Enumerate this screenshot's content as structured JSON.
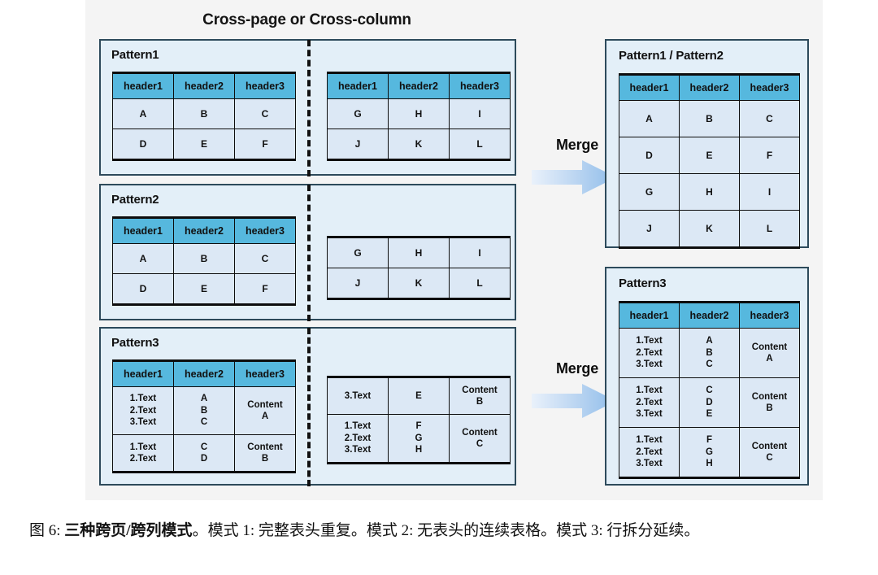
{
  "figure": {
    "title": "Cross-page or Cross-column",
    "caption_prefix": "图 6: ",
    "caption_bold": "三种跨页/跨列模式",
    "caption_rest": "。模式 1: 完整表头重复。模式 2: 无表头的连续表格。模式 3: 行拆分延续。"
  },
  "colors": {
    "header_blue": "#56b8de",
    "cell_blue": "#dce8f5",
    "panel_fill": "#e3eff8",
    "panel_border": "#2d4a5b",
    "canvas_bg": "#f4f4f4",
    "arrow_light": "#dce9f8",
    "arrow_dark": "#8fbdea"
  },
  "left": {
    "pattern1": {
      "label": "Pattern1",
      "before": {
        "headers": [
          "header1",
          "header2",
          "header3"
        ],
        "rows": [
          [
            "A",
            "B",
            "C"
          ],
          [
            "D",
            "E",
            "F"
          ]
        ]
      },
      "after": {
        "headers": [
          "header1",
          "header2",
          "header3"
        ],
        "rows": [
          [
            "G",
            "H",
            "I"
          ],
          [
            "J",
            "K",
            "L"
          ]
        ]
      }
    },
    "pattern2": {
      "label": "Pattern2",
      "before": {
        "headers": [
          "header1",
          "header2",
          "header3"
        ],
        "rows": [
          [
            "A",
            "B",
            "C"
          ],
          [
            "D",
            "E",
            "F"
          ]
        ]
      },
      "after": {
        "headers": [],
        "rows": [
          [
            "G",
            "H",
            "I"
          ],
          [
            "J",
            "K",
            "L"
          ]
        ]
      }
    },
    "pattern3": {
      "label": "Pattern3",
      "before": {
        "headers": [
          "header1",
          "header2",
          "header3"
        ],
        "rows": [
          [
            "1.Text\n2.Text\n3.Text",
            "A\nB\nC",
            "Content\nA"
          ],
          [
            "1.Text\n2.Text",
            "C\nD",
            "Content\nB"
          ]
        ]
      },
      "after": {
        "headers": [],
        "rows": [
          [
            "3.Text",
            "E",
            "Content\nB"
          ],
          [
            "1.Text\n2.Text\n3.Text",
            "F\nG\nH",
            "Content\nC"
          ]
        ]
      }
    }
  },
  "merge": {
    "top_label": "Merge",
    "bottom_label": "Merge",
    "arrow_icon": "right-arrow-icon"
  },
  "right": {
    "merged_12": {
      "label": "Pattern1 / Pattern2",
      "headers": [
        "header1",
        "header2",
        "header3"
      ],
      "rows": [
        [
          "A",
          "B",
          "C"
        ],
        [
          "D",
          "E",
          "F"
        ],
        [
          "G",
          "H",
          "I"
        ],
        [
          "J",
          "K",
          "L"
        ]
      ]
    },
    "merged_3": {
      "label": "Pattern3",
      "headers": [
        "header1",
        "header2",
        "header3"
      ],
      "rows": [
        [
          "1.Text\n2.Text\n3.Text",
          "A\nB\nC",
          "Content\nA"
        ],
        [
          "1.Text\n2.Text\n3.Text",
          "C\nD\nE",
          "Content\nB"
        ],
        [
          "1.Text\n2.Text\n3.Text",
          "F\nG\nH",
          "Content\nC"
        ]
      ]
    }
  }
}
